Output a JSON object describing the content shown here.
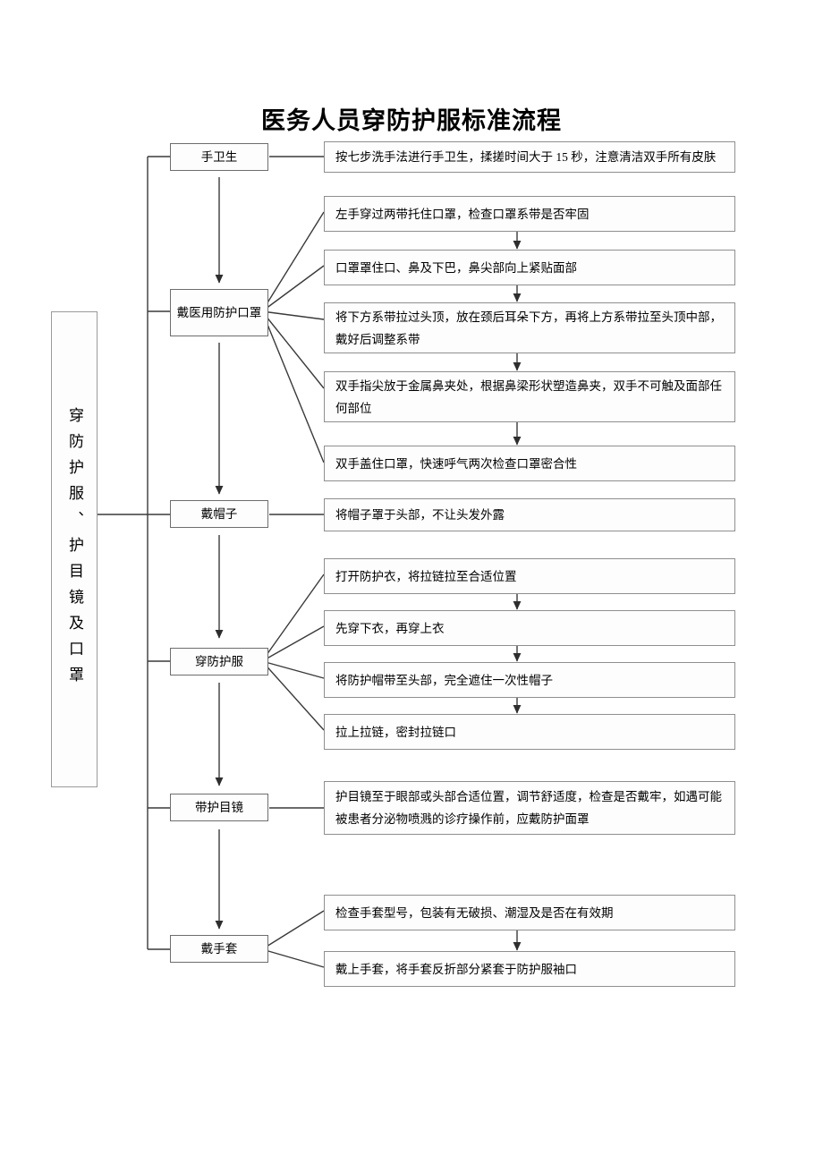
{
  "title": "医务人员穿防护服标准流程",
  "side_label": "穿防护服、护目镜及口罩",
  "steps": [
    {
      "id": "hand-hygiene",
      "label": "手卫生",
      "details": [
        "按七步洗手法进行手卫生，揉搓时间大于 15 秒，注意清洁双手所有皮肤"
      ]
    },
    {
      "id": "medical-mask",
      "label": "戴医用防护口罩",
      "details": [
        "左手穿过两带托住口罩，检查口罩系带是否牢固",
        "口罩罩住口、鼻及下巴，鼻尖部向上紧贴面部",
        "将下方系带拉过头顶，放在颈后耳朵下方，再将上方系带拉至头顶中部，戴好后调整系带",
        "双手指尖放于金属鼻夹处，根据鼻梁形状塑造鼻夹，双手不可触及面部任何部位",
        "双手盖住口罩，快速呼气两次检查口罩密合性"
      ]
    },
    {
      "id": "cap",
      "label": "戴帽子",
      "details": [
        "将帽子罩于头部，不让头发外露"
      ]
    },
    {
      "id": "protective-suit",
      "label": "穿防护服",
      "details": [
        "打开防护衣，将拉链拉至合适位置",
        "先穿下衣，再穿上衣",
        "将防护帽带至头部，完全遮住一次性帽子",
        "拉上拉链，密封拉链口"
      ]
    },
    {
      "id": "goggles",
      "label": "带护目镜",
      "details": [
        "护目镜至于眼部或头部合适位置，调节舒适度，检查是否戴牢，如遇可能被患者分泌物喷溅的诊疗操作前，应戴防护面罩"
      ]
    },
    {
      "id": "gloves",
      "label": "戴手套",
      "details": [
        "检查手套型号，包装有无破损、潮湿及是否在有效期",
        "戴上手套，将手套反折部分紧套于防护服袖口"
      ]
    }
  ],
  "colors": {
    "line": "#3a3a3a",
    "box_border": "#8a8a8a",
    "step_border": "#6d6d6d",
    "background": "#ffffff",
    "text": "#000000"
  }
}
